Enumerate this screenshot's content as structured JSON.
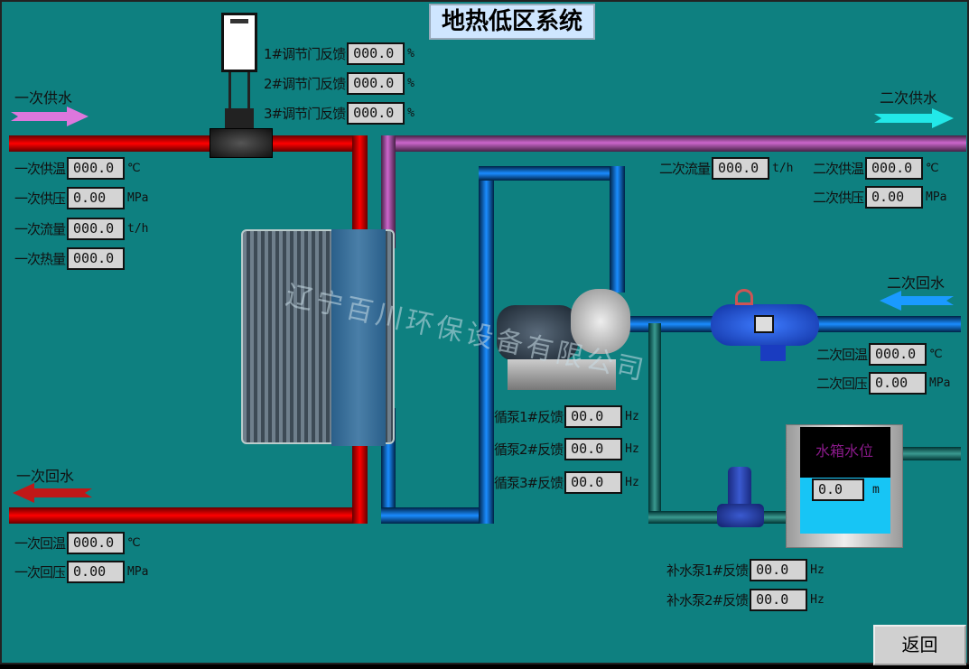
{
  "title": "地热低区系统",
  "watermark": "辽宁百川环保设备有限公司",
  "flows": {
    "primary_supply": "一次供水",
    "primary_return": "一次回水",
    "secondary_supply": "二次供水",
    "secondary_return": "二次回水"
  },
  "primary": {
    "supply_temp": {
      "label": "一次供温",
      "value": "000.0",
      "unit": "℃"
    },
    "supply_pressure": {
      "label": "一次供压",
      "value": "0.00",
      "unit": "MPa"
    },
    "flow": {
      "label": "一次流量",
      "value": "000.0",
      "unit": "t/h"
    },
    "heat": {
      "label": "一次热量",
      "value": "000.0"
    },
    "return_temp": {
      "label": "一次回温",
      "value": "000.0",
      "unit": "℃"
    },
    "return_pressure": {
      "label": "一次回压",
      "value": "0.00",
      "unit": "MPa"
    }
  },
  "valves": [
    {
      "label": "1#调节门反馈",
      "value": "000.0",
      "unit": "%"
    },
    {
      "label": "2#调节门反馈",
      "value": "000.0",
      "unit": "%"
    },
    {
      "label": "3#调节门反馈",
      "value": "000.0",
      "unit": "%"
    }
  ],
  "secondary": {
    "flow": {
      "label": "二次流量",
      "value": "000.0",
      "unit": "t/h"
    },
    "supply_temp": {
      "label": "二次供温",
      "value": "000.0",
      "unit": "℃"
    },
    "supply_pressure": {
      "label": "二次供压",
      "value": "0.00",
      "unit": "MPa"
    },
    "return_temp": {
      "label": "二次回温",
      "value": "000.0",
      "unit": "℃"
    },
    "return_pressure": {
      "label": "二次回压",
      "value": "0.00",
      "unit": "MPa"
    }
  },
  "circ_pumps": [
    {
      "label": "循泵1#反馈",
      "value": "00.0",
      "unit": "Hz"
    },
    {
      "label": "循泵2#反馈",
      "value": "00.0",
      "unit": "Hz"
    },
    {
      "label": "循泵3#反馈",
      "value": "00.0",
      "unit": "Hz"
    }
  ],
  "makeup_pumps": [
    {
      "label": "补水泵1#反馈",
      "value": "00.0",
      "unit": "Hz"
    },
    {
      "label": "补水泵2#反馈",
      "value": "00.0",
      "unit": "Hz"
    }
  ],
  "tank": {
    "label": "水箱水位",
    "value": "0.0",
    "unit": "m"
  },
  "back_button": "返回",
  "colors": {
    "background": "#0e8080",
    "primary_supply": "#ff0000",
    "secondary_supply": "#cc66cc",
    "secondary_return": "#1a8cff",
    "makeup": "#3a9a90",
    "tank_water": "#17c5f5"
  }
}
